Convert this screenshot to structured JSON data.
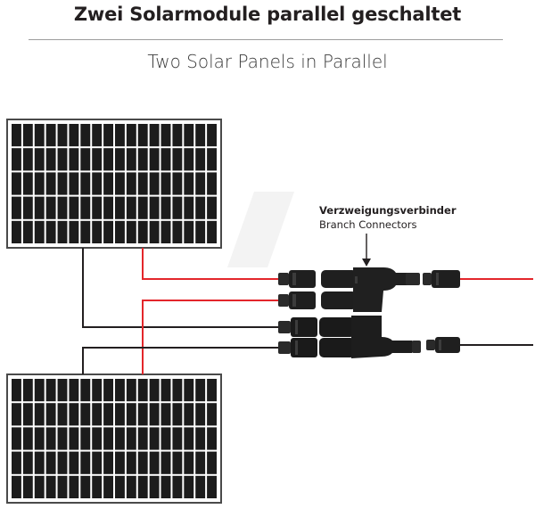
{
  "title": "Zwei Solarmodule parallel geschaltet",
  "subtitle": "Two Solar Panels in Parallel",
  "callout": {
    "title": "Verzweigungsverbinder",
    "subtitle": "Branch Connectors"
  },
  "colors": {
    "positive_wire": "#e3262b",
    "negative_wire": "#231f20",
    "panel_cell": "#1c1c1c",
    "panel_frame": "#4a4a4a",
    "connector": "#2a2a2a"
  },
  "panels": [
    {
      "name": "top-solar-panel",
      "rows": 5,
      "cols": 18
    },
    {
      "name": "bottom-solar-panel",
      "rows": 5,
      "cols": 18
    }
  ]
}
